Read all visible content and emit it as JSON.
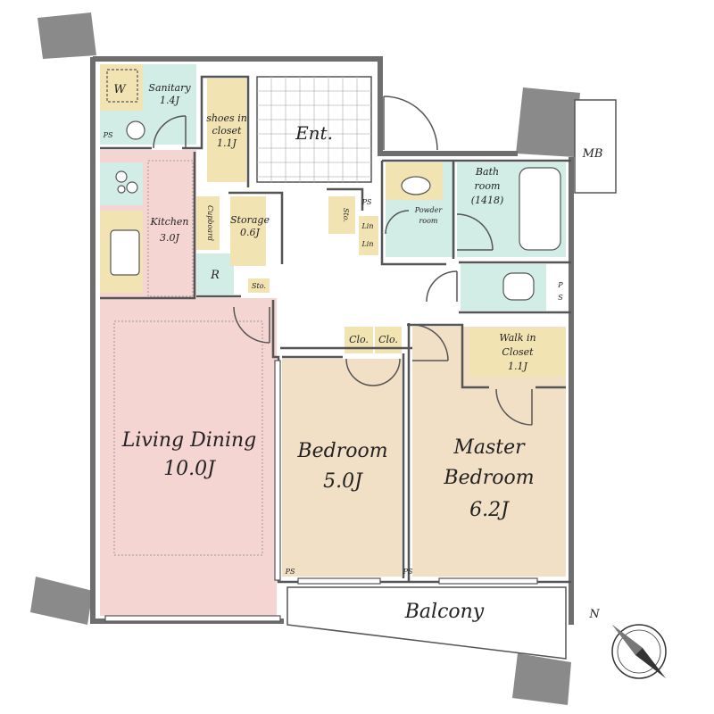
{
  "colors": {
    "wall": "#8a8a8a",
    "living": "#f5d5d2",
    "bedroom": "#f1e0c6",
    "wet": "#d2ece6",
    "storage": "#f2e3b3",
    "balcony": "#ffffff",
    "ink": "#222222"
  },
  "rooms": {
    "sanitary": {
      "name": "Sanitary",
      "size": "1.4J"
    },
    "washer": "W",
    "shoes_closet": {
      "line1": "shoes in",
      "line2": "closet",
      "size": "1.1J"
    },
    "entrance": "Ent.",
    "kitchen": {
      "name": "Kitchen",
      "size": "3.0J"
    },
    "cupboard": "Cupboard",
    "storage": {
      "name": "Storage",
      "size": "0.6J"
    },
    "refrigerator": "R",
    "sto_small": "Sto.",
    "sto_hall": "Sto.",
    "lin1": "Lin",
    "lin2": "Lin",
    "powder_room": {
      "line1": "Powder",
      "line2": "room"
    },
    "bath_room": {
      "line1": "Bath",
      "line2": "room",
      "size": "(1418)"
    },
    "walk_in_closet": {
      "line1": "Walk in",
      "line2": "Closet",
      "size": "1.1J"
    },
    "clo1": "Clo.",
    "clo2": "Clo.",
    "living_dining": {
      "name": "Living Dining",
      "size": "10.0J"
    },
    "bedroom": {
      "name": "Bedroom",
      "size": "5.0J"
    },
    "master_bedroom": {
      "line1": "Master",
      "line2": "Bedroom",
      "size": "6.2J"
    },
    "balcony": "Balcony",
    "mb": "MB",
    "ps_labels": [
      "PS",
      "PS",
      "PS",
      "PS",
      "P",
      "S"
    ]
  },
  "compass": {
    "label": "N"
  }
}
